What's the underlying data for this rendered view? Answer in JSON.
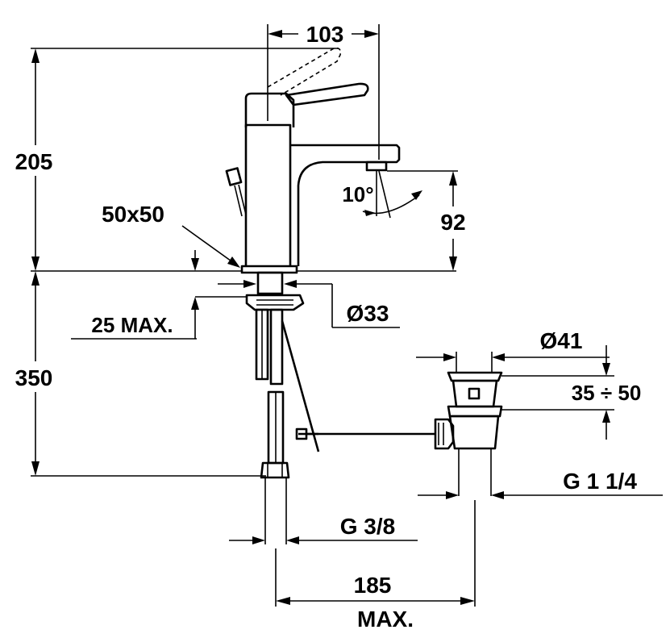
{
  "dimensions": {
    "width_top": "103",
    "height_upper": "205",
    "base_size": "50x50",
    "spout_height": "92",
    "spout_angle": "10°",
    "max_thickness": "25 MAX.",
    "hole_diameter": "Ø33",
    "height_lower": "350",
    "waste_diameter": "Ø41",
    "waste_range": "35 ÷ 50",
    "waste_thread": "G 1 1/4",
    "hose_thread": "G 3/8",
    "max_distance": "185",
    "max_distance_suffix": "MAX."
  }
}
